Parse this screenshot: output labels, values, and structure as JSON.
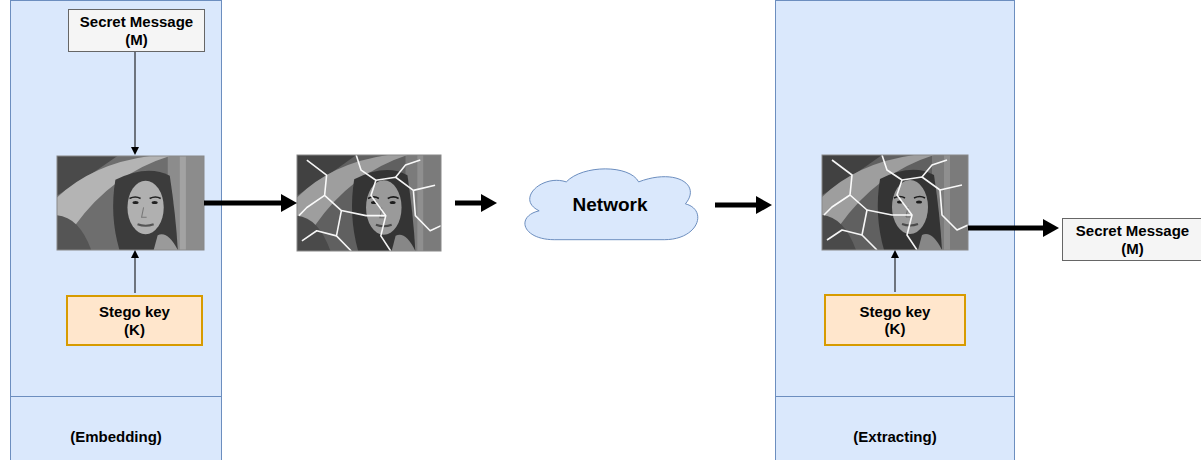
{
  "diagram": {
    "nodes": [
      {
        "text": [
          "(Embedding)"
        ]
      },
      {
        "text": [
          "Secret Message (M)"
        ],
        "in": 0
      },
      {
        "text": [
          "Stego key (K)"
        ],
        "in": 0
      },
      {
        "text": [
          "Network"
        ]
      },
      {
        "text": [
          "(Extracting)"
        ]
      },
      {
        "text": [
          "Stego key (K)"
        ],
        "in": 4
      },
      {
        "text": [
          "Secret Message (M)"
        ]
      }
    ],
    "edges": [
      {
        "from": 3,
        "to": 4,
        "arrow": "to"
      },
      {
        "from": 4,
        "to": 6,
        "arrow": "to"
      }
    ]
  }
}
